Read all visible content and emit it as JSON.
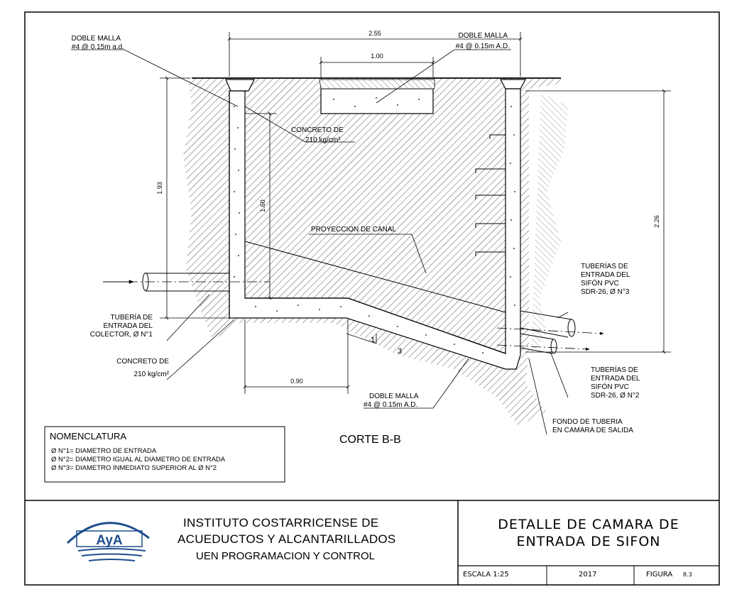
{
  "drawing": {
    "labels": {
      "doble_malla_left_1": "DOBLE MALLA",
      "doble_malla_left_2": "#4 @ 0.15m a.d.",
      "doble_malla_right_1": "DOBLE MALLA",
      "doble_malla_right_2": "#4 @ 0.15m A.D.",
      "doble_malla_bottom_1": "DOBLE MALLA",
      "doble_malla_bottom_2": "#4 @ 0.15m A.D.",
      "concreto_top_1": "CONCRETO DE",
      "concreto_top_2": "210 kg/cm²",
      "concreto_left_1": "CONCRETO DE",
      "concreto_left_2": "210 kg/cm²",
      "proyeccion": "PROYECCION DE CANAL",
      "tub_colector_1": "TUBERÍA DE",
      "tub_colector_2": "ENTRADA DEL",
      "tub_colector_3": "COLECTOR, Ø N°1",
      "tub_sifon3_1": "TUBERÍAS DE",
      "tub_sifon3_2": "ENTRADA DEL",
      "tub_sifon3_3": "SIFÓN PVC",
      "tub_sifon3_4": "SDR-26, Ø N°3",
      "tub_sifon2_1": "TUBERÍAS DE",
      "tub_sifon2_2": "ENTRADA DEL",
      "tub_sifon2_3": "SIFÓN PVC",
      "tub_sifon2_4": "SDR-26, Ø N°2",
      "fondo_1": "FONDO DE TUBERIA",
      "fondo_2": "EN CAMARA DE SALIDA",
      "corte": "CORTE B-B",
      "slope_v": "1",
      "slope_h": "3"
    },
    "dimensions": {
      "width_total": "2.55",
      "opening": "1.00",
      "height_left": "1.93",
      "height_inner": "1.60",
      "height_right": "2.26",
      "floor_flat": "0.90"
    },
    "nomenclatura": {
      "title": "NOMENCLATURA",
      "lines": [
        "Ø N°1= DIAMETRO DE ENTRADA",
        "Ø N°2= DIAMETRO IGUAL AL DIAMETRO DE ENTRADA",
        "Ø N°3= DIAMETRO INMEDIATO SUPERIOR AL Ø N°2"
      ]
    }
  },
  "title_block": {
    "logo_text": "AyA",
    "institution_1": "INSTITUTO COSTARRICENSE DE",
    "institution_2": "ACUEDUCTOS Y ALCANTARILLADOS",
    "institution_3": "UEN PROGRAMACION Y CONTROL",
    "title_1": "DETALLE DE CAMARA DE",
    "title_2": "ENTRADA DE SIFON",
    "escala": "ESCALA 1:25",
    "year": "2017",
    "figura_label": "FIGURA",
    "figura_value": "8.3"
  },
  "colors": {
    "ink": "#000000",
    "paper": "#ffffff",
    "logo_blue": "#1f4e8c"
  }
}
